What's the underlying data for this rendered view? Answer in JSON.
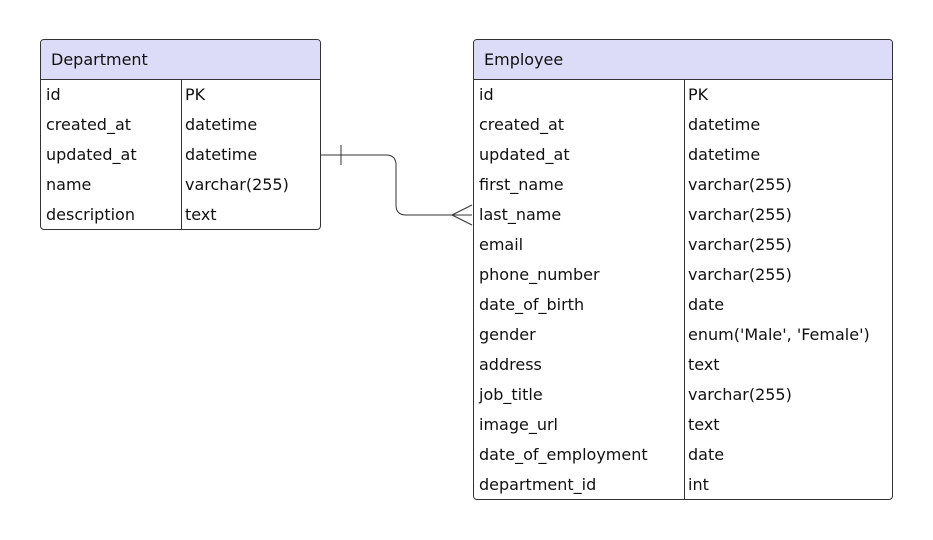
{
  "entities": {
    "department": {
      "name": "Department",
      "fields": [
        {
          "name": "id",
          "type": "PK"
        },
        {
          "name": "created_at",
          "type": "datetime"
        },
        {
          "name": "updated_at",
          "type": "datetime"
        },
        {
          "name": "name",
          "type": "varchar(255)"
        },
        {
          "name": "description",
          "type": "text"
        }
      ]
    },
    "employee": {
      "name": "Employee",
      "fields": [
        {
          "name": "id",
          "type": "PK"
        },
        {
          "name": "created_at",
          "type": "datetime"
        },
        {
          "name": "updated_at",
          "type": "datetime"
        },
        {
          "name": "first_name",
          "type": "varchar(255)"
        },
        {
          "name": "last_name",
          "type": "varchar(255)"
        },
        {
          "name": "email",
          "type": "varchar(255)"
        },
        {
          "name": "phone_number",
          "type": "varchar(255)"
        },
        {
          "name": "date_of_birth",
          "type": "date"
        },
        {
          "name": "gender",
          "type": "enum('Male', 'Female')"
        },
        {
          "name": "address",
          "type": "text"
        },
        {
          "name": "job_title",
          "type": "varchar(255)"
        },
        {
          "name": "image_url",
          "type": "text"
        },
        {
          "name": "date_of_employment",
          "type": "date"
        },
        {
          "name": "department_id",
          "type": "int"
        }
      ]
    }
  },
  "relationship": {
    "from": "Department",
    "to": "Employee",
    "from_cardinality": "one",
    "to_cardinality": "many"
  },
  "colors": {
    "header_background": "#dcdcf9",
    "border": "#333333",
    "line": "#333333"
  }
}
